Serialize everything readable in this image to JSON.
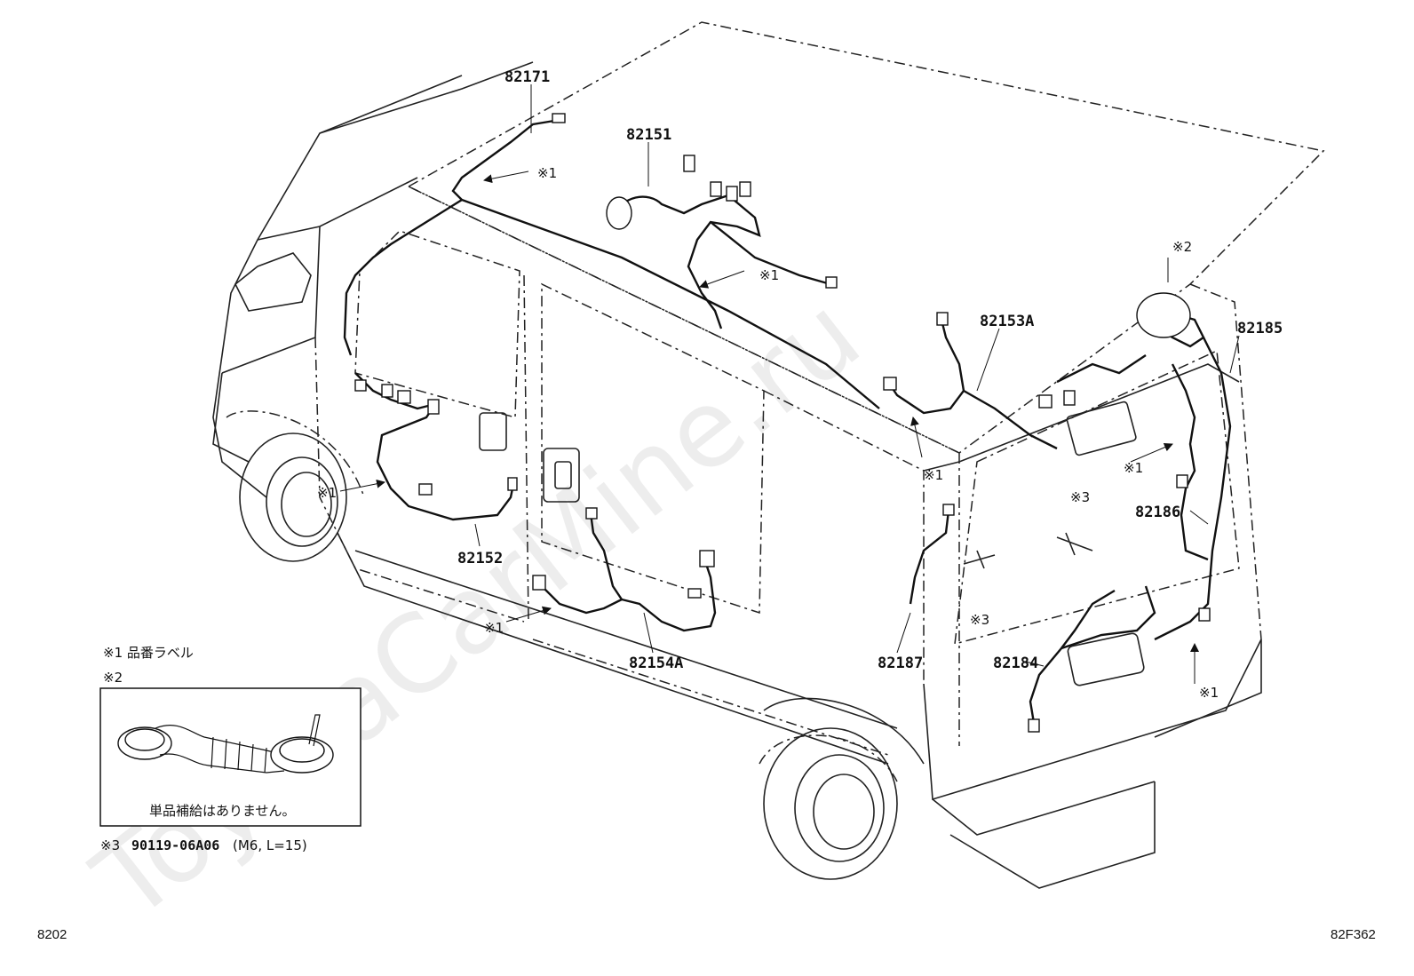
{
  "parts": {
    "p82171": "82171",
    "p82151": "82151",
    "p82153A": "82153A",
    "p82185": "82185",
    "p82186": "82186",
    "p82152": "82152",
    "p82154A": "82154A",
    "p82187": "82187",
    "p82184": "82184"
  },
  "refs": {
    "ref1": "※1",
    "ref2": "※2",
    "ref3": "※3"
  },
  "legend": {
    "note1": "※1 品番ラベル",
    "note2": "※2",
    "inset_caption": "単品補給はありません。",
    "note3_prefix": "※3",
    "note3_part": "90119-06A06",
    "note3_spec": "(M6, L=15)"
  },
  "corner": {
    "left_code": "8202",
    "right_code": "82F362"
  },
  "watermark": "ToyotaCarMine.ru"
}
